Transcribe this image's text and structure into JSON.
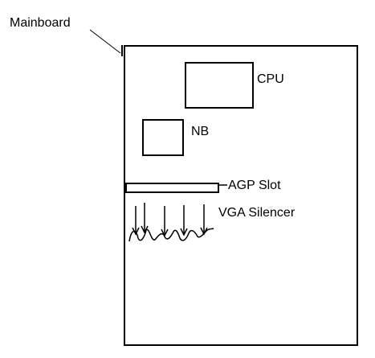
{
  "labels": {
    "mainboard": "Mainboard",
    "cpu": "CPU",
    "nb": "NB",
    "agp_slot": "AGP Slot",
    "vga_silencer": "VGA Silencer"
  },
  "colors": {
    "line": "#000000",
    "background": "#ffffff"
  }
}
